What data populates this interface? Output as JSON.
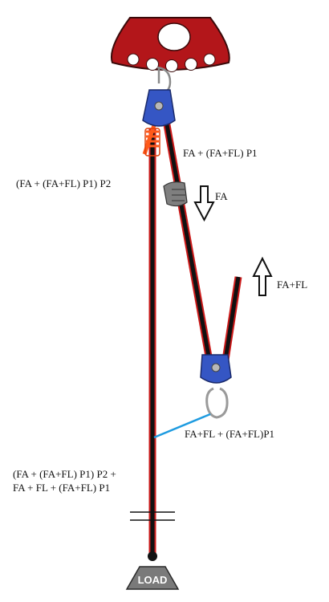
{
  "labels": {
    "fa_p1": "FA + (FA+FL) P1",
    "p2": "(FA + (FA+FL) P1) P2",
    "fa": "FA",
    "fa_fl": "FA+FL",
    "fa_fl_p1": "FA+FL + (FA+FL)P1",
    "total_line1": "(FA + (FA+FL) P1) P2 +",
    "total_line2": "FA + FL + (FA+FL) P1"
  },
  "load": {
    "label": "LOAD"
  },
  "colors": {
    "anchor_plate": "#b3161a",
    "pulley": "#3556c4",
    "rope_core": "#111111",
    "rope_edge": "#cc1a1a",
    "prusik": "#ff5a1a",
    "sling": "#1e9be0",
    "load": "#7a7a7a"
  }
}
